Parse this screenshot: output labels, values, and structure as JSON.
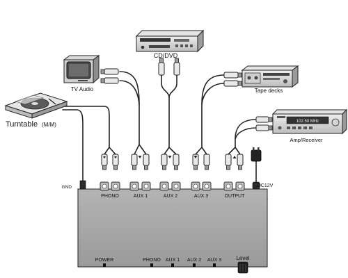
{
  "devices": {
    "cd_dvd": {
      "label": "CD/DVD"
    },
    "tv": {
      "label": "TV Audio"
    },
    "tape": {
      "label": "Tape decks"
    },
    "turntable": {
      "label": "Turntable",
      "sublabel": "(M/M)"
    },
    "amp": {
      "label": "Amp/Receiver",
      "display_text": "102.50 MHz"
    }
  },
  "box": {
    "rear_labels": {
      "gnd": "GND",
      "phono": "PHONO",
      "aux1": "AUX 1",
      "aux2": "AUX 2",
      "aux3": "AUX 3",
      "output": "OUTPUT",
      "dc": "DC12V"
    },
    "front_labels": {
      "power": "POWER",
      "phono": "PHONO",
      "aux1": "AUX 1",
      "aux2": "AUX 2",
      "aux3": "AUX 3",
      "level": "Level"
    }
  },
  "colors": {
    "box_top": "#c9c9c9",
    "box_front": "#a8a8a8",
    "line": "#222222"
  }
}
